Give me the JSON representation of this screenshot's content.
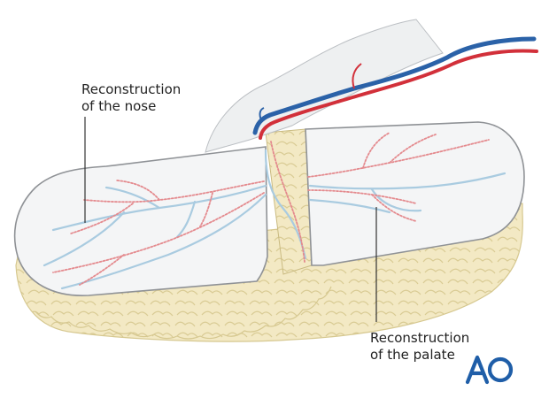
{
  "labels": {
    "nose": "Reconstruction\nof the nose",
    "palate": "Reconstruction\nof the palate"
  },
  "logo": {
    "text": "AO"
  },
  "colors": {
    "flap_surface": "#f4f5f6",
    "flap_outline": "#8f9296",
    "fat_fill": "#f3e9c4",
    "fat_outline": "#d6c890",
    "artery": "#d2303a",
    "vein": "#2b62a8",
    "artery_branch": "#e48a8e",
    "vein_branch": "#a9cbe0",
    "leader_line": "#333333",
    "logo": "#1f5ea8"
  },
  "icons": {
    "logo": "ao-foundation-logo"
  }
}
